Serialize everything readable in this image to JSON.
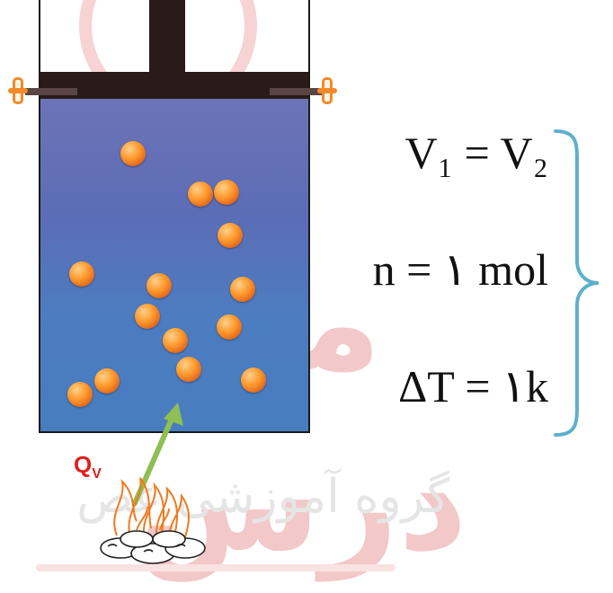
{
  "watermark": {
    "arabic_text": "ما درس",
    "subtitle": "گروه آموزشی عص"
  },
  "diagram": {
    "heat_label": "Q",
    "heat_label_subscript": "V",
    "equations": [
      "V₁ = V₂",
      "n = ۱ mol",
      "ΔT = ۱k"
    ]
  },
  "colors": {
    "gas": "#4d7cc0",
    "piston": "#2b1a1a",
    "particle": "#ff9a2e",
    "heat_arrow": "#8fbe55",
    "flame": "#f07a1e",
    "heat_label": "#e21f1f",
    "brace": "#5fb0cc"
  }
}
